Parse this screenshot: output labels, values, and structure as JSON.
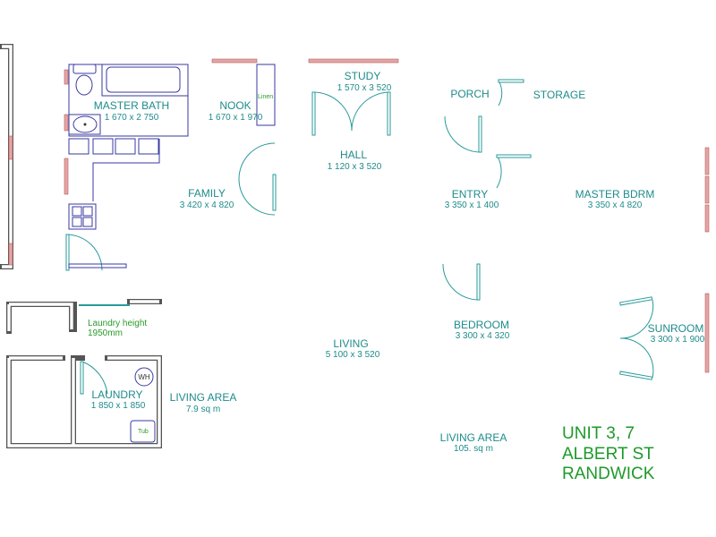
{
  "rooms": {
    "master_bath": {
      "name": "MASTER BATH",
      "dims": "1 670 x 2 750"
    },
    "nook": {
      "name": "NOOK",
      "dims": "1 670 x 1 970"
    },
    "study": {
      "name": "STUDY",
      "dims": "1 570 x 3 520"
    },
    "porch": {
      "name": "PORCH"
    },
    "storage": {
      "name": "STORAGE"
    },
    "hall": {
      "name": "HALL",
      "dims": "1 120 x 3 520"
    },
    "family": {
      "name": "FAMILY",
      "dims": "3 420 x 4 820"
    },
    "entry": {
      "name": "ENTRY",
      "dims": "3 350 x 1 400"
    },
    "master_bdrm": {
      "name": "MASTER BDRM",
      "dims": "3 350 x 4 820"
    },
    "bedroom": {
      "name": "BEDROOM",
      "dims": "3 300 x 4 320"
    },
    "sunroom": {
      "name": "SUNROOM",
      "dims": "3 300 x 1 900"
    },
    "living": {
      "name": "LIVING",
      "dims": "5 100 x 3 520"
    },
    "laundry": {
      "name": "LAUNDRY",
      "dims": "1 850 x 1 850"
    }
  },
  "labels": {
    "linen": "Linen",
    "laundry_height_1": "Laundry height",
    "laundry_height_2": "1950mm",
    "water_heater": "WH",
    "tub": "Tub"
  },
  "areas": {
    "laundry_area": {
      "label": "LIVING AREA",
      "value": "7.9 sq m"
    },
    "main_area": {
      "label": "LIVING AREA",
      "value": "105. sq m"
    }
  },
  "address": {
    "line1": "UNIT 3, 7",
    "line2": "ALBERT ST",
    "line3": "RANDWICK"
  },
  "colors": {
    "room_text": "#1f8b8b",
    "note_text": "#2a9a2a",
    "window": "#e8a4a4",
    "wall": "#555555"
  }
}
